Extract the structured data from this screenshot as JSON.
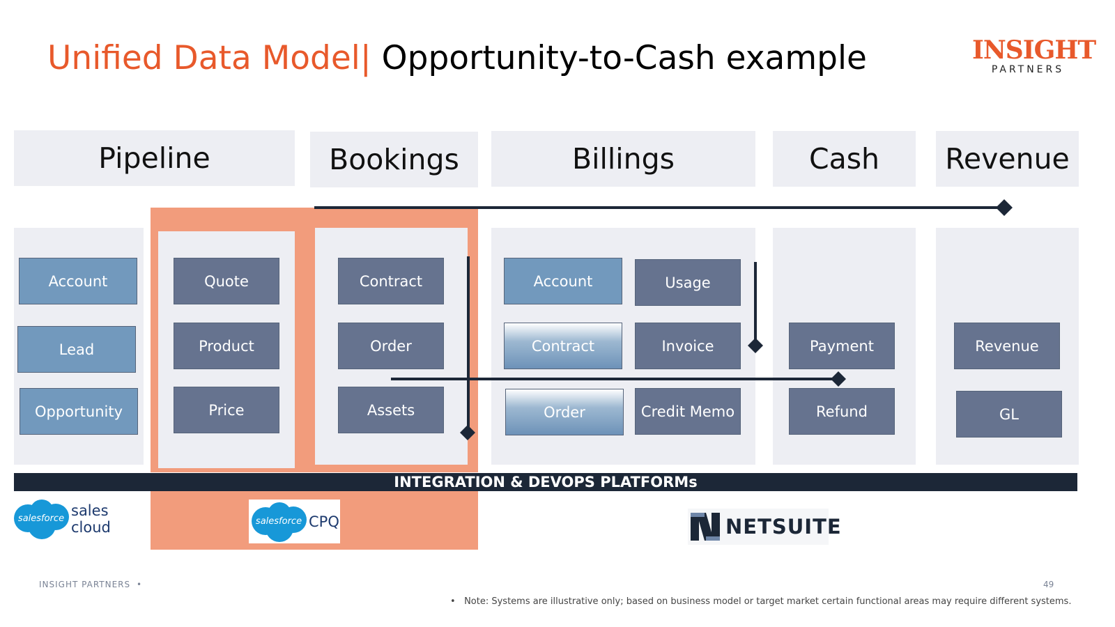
{
  "title": {
    "part1": "Unified Data Model|",
    "part2": "Opportunity-to-Cash example"
  },
  "logo": {
    "line1": "INSIGHT",
    "line2": "PARTNERS"
  },
  "headers": {
    "pipeline": "Pipeline",
    "bookings": "Bookings",
    "billings": "Billings",
    "cash": "Cash",
    "revenue": "Revenue"
  },
  "entities": {
    "pipeline_account": "Account",
    "pipeline_lead": "Lead",
    "pipeline_opportunity": "Opportunity",
    "quote": "Quote",
    "product": "Product",
    "price": "Price",
    "contract": "Contract",
    "order": "Order",
    "assets": "Assets",
    "billing_account": "Account",
    "usage": "Usage",
    "billing_contract": "Contract",
    "invoice": "Invoice",
    "billing_order": "Order",
    "credit_memo": "Credit Memo",
    "payment": "Payment",
    "refund": "Refund",
    "revenue": "Revenue",
    "gl": "GL"
  },
  "integration_bar": "INTEGRATION & DEVOPS PLATFORMs",
  "systems": {
    "salesforce_word": "salesforce",
    "sales_cloud": "sales cloud",
    "cpq": "CPQ",
    "netsuite": "NETSUITE"
  },
  "footer": {
    "brand": "INSIGHT PARTNERS",
    "page": "49",
    "note": "Note: Systems are illustrative only; based on business model or target market certain functional areas may require different systems."
  },
  "colors": {
    "accent_orange": "#e8592b",
    "highlight_orange": "#f29c7c",
    "entity_dark": "#66738f",
    "entity_light": "#7299bd",
    "panel_gray": "#edeef3",
    "bar_navy": "#1c2737"
  }
}
